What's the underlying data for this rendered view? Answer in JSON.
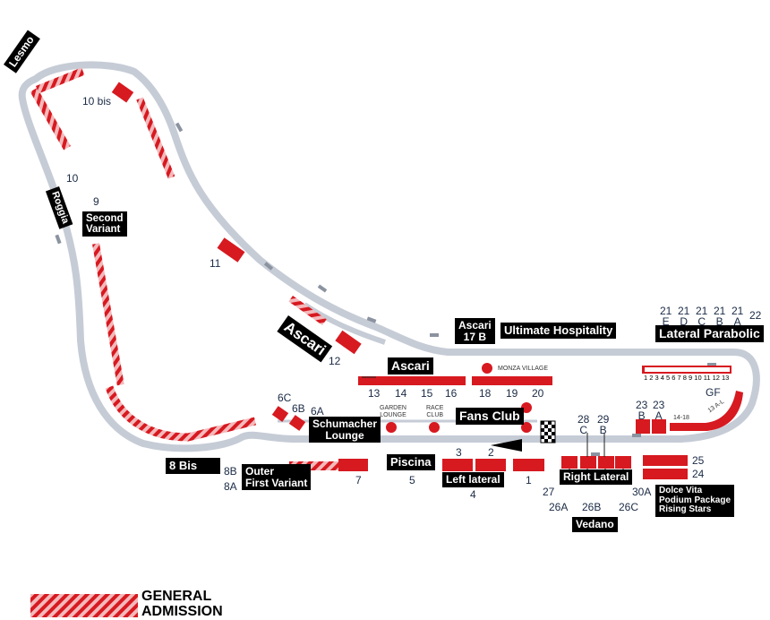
{
  "colors": {
    "track": "#c6ccd6",
    "stand": "#d71920",
    "hatch_light": "#f3b9bb",
    "label_bg": "#000000",
    "number_text": "#1a2a44"
  },
  "corners": {
    "lesmo": "Lesmo",
    "roggia": "Roggia",
    "second_variant": "Second\nVariant",
    "ascari_big": "Ascari",
    "ascari_17b": "Ascari\n17 B",
    "ultimate_hospitality": "Ultimate Hospitality",
    "lateral_parabolic": "Lateral Parabolic",
    "ascari_mid": "Ascari",
    "fans_club": "Fans Club",
    "schumacher_lounge": "Schumacher\nLounge",
    "eight_bis": "8 Bis",
    "outer_first_variant": "Outer\nFirst Variant",
    "piscina": "Piscina",
    "left_lateral": "Left lateral",
    "right_lateral": "Right Lateral",
    "vedano": "Vedano",
    "dolce_vita": "Dolce Vita\nPodium Package\nRising Stars"
  },
  "stands": {
    "s10bis": "10 bis",
    "s10": "10",
    "s9": "9",
    "s11": "11",
    "s12": "12",
    "s13": "13",
    "s14": "14",
    "s15": "15",
    "s16": "16",
    "s18": "18",
    "s19": "19",
    "s20": "20",
    "s6c": "6C",
    "s6b": "6B",
    "s6a": "6A",
    "s8b": "8B",
    "s8a": "8A",
    "s7": "7",
    "s5": "5",
    "s3": "3",
    "s2": "2",
    "s4": "4",
    "s1": "1",
    "s27": "27",
    "s26a": "26A",
    "s26b": "26B",
    "s26c": "26C",
    "s30a": "30A",
    "s28c": "28\nC",
    "s29b": "29\nB",
    "s23b": "23\nB",
    "s23a": "23\nA",
    "s25": "25",
    "s24": "24",
    "s21e": "21\nE",
    "s21d": "21\nD",
    "s21c": "21\nC",
    "s21b": "21\nB",
    "s21a": "21\nA",
    "s22": "22",
    "gf": "GF",
    "s14_18": "14-18",
    "s13al": "13 A-L",
    "parabolic_seats": "1 2 3 4 5 6 7 8 9 10 11 12 13"
  },
  "venues": {
    "monza_village": "MONZA VILLAGE",
    "garden_lounge": "GARDEN\nLOUNGE",
    "race_club": "RACE\nCLUB"
  },
  "legend": {
    "label": "GENERAL\nADMISSION"
  }
}
